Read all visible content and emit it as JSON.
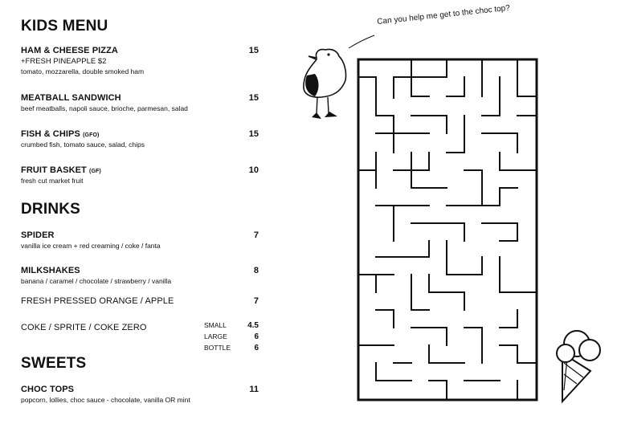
{
  "kids_menu": {
    "title": "KIDS MENU",
    "items": [
      {
        "name": "HAM & CHEESE PIZZA",
        "tag": "",
        "price": "15",
        "extra": "+FRESH PINEAPPLE $2",
        "desc": "tomato, mozzarella, double smoked ham"
      },
      {
        "name": "MEATBALL SANDWICH",
        "tag": "",
        "price": "15",
        "desc": "beef meatballs, napoli sauce, brioche, parmesan, salad"
      },
      {
        "name": "FISH & CHIPS",
        "tag": "(GFO)",
        "price": "15",
        "desc": "crumbed fish, tomato sauce, salad, chips"
      },
      {
        "name": "FRUIT BASKET",
        "tag": "(GF)",
        "price": "10",
        "desc": "fresh cut market fruit"
      }
    ]
  },
  "drinks": {
    "title": "DRINKS",
    "items": [
      {
        "name": "SPIDER",
        "price": "7",
        "desc": "vanilla ice cream + red creaming / coke / fanta"
      },
      {
        "name": "MILKSHAKES",
        "price": "8",
        "desc": "banana / caramel / chocolate / strawberry / vanilla"
      },
      {
        "name": "FRESH PRESSED ORANGE / APPLE",
        "price": "7"
      },
      {
        "name": "COKE / SPRITE / COKE ZERO",
        "sizes": [
          {
            "label": "SMALL",
            "price": "4.5"
          },
          {
            "label": "LARGE",
            "price": "6"
          },
          {
            "label": "BOTTLE",
            "price": "6"
          }
        ]
      }
    ]
  },
  "sweets": {
    "title": "SWEETS",
    "items": [
      {
        "name": "CHOC TOPS",
        "price": "11",
        "desc": "popcorn, lollies, choc sauce - chocolate, vanilla OR mint"
      }
    ]
  },
  "maze": {
    "speech": "Can you help me get to the choc top?",
    "character_icon": "seagull-icon",
    "goal_icon": "ice-cream-cone-icon"
  }
}
